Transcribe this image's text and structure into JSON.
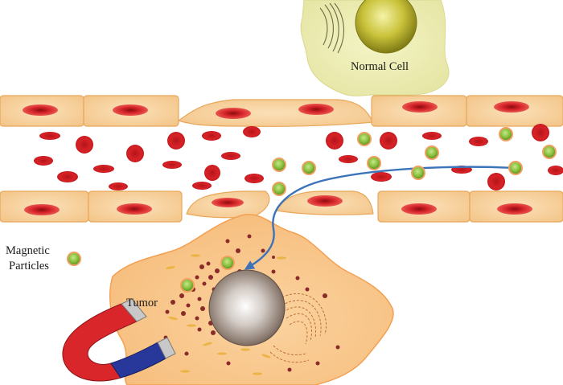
{
  "labels": {
    "normal_cell": "Normal Cell",
    "magnetic_particles_line1": "Magnetic",
    "magnetic_particles_line2": "Particles",
    "tumor": "Tumor"
  },
  "colors": {
    "endothelial_cell": "#f6cf9a",
    "endothelial_border": "#e8a75a",
    "nucleus": "#d6262b",
    "red_blood_cell": "#d41f23",
    "magnetic_particle_core": "#8bc43f",
    "magnetic_particle_shell": "#f0a060",
    "normal_cell": "#eeeeb2",
    "normal_cell_nucleus": "#b6b02a",
    "tumor_cell": "#f8c68c",
    "tumor_cell_border": "#f3a052",
    "tumor_nucleus": "#8c7c72",
    "trajectory_arrow": "#3d74b9",
    "magnet_red": "#d8262b",
    "magnet_blue": "#27389a",
    "magnet_tip": "#c8c8c8"
  }
}
